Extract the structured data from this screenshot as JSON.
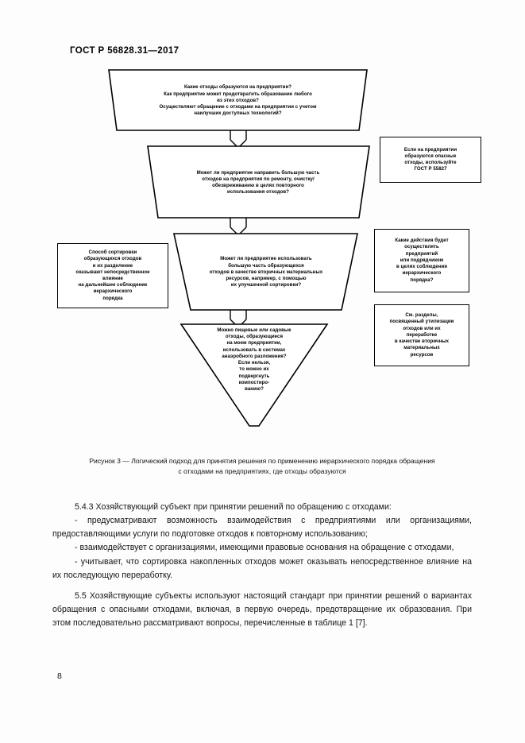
{
  "header": {
    "standard_number": "ГОСТ Р 56828.31—2017"
  },
  "figure": {
    "caption_line1": "Рисунок 3 — Логический подход для принятия решения по применению иерархического порядка обращения",
    "caption_line2": "с отходами на предприятиях, где отходы образуются",
    "funnel_steps": [
      {
        "id": "step-1",
        "lines": [
          "Какие отходы образуются на предприятии?",
          "Как предприятие может предотвратить образование любого",
          "из этих отходов?",
          "Осуществляют обращение с отходами на предприятии с учетом",
          "наилучших доступных технологий?"
        ]
      },
      {
        "id": "step-2",
        "lines": [
          "Может ли предприятие направить большую часть",
          "отходов на предприятия по ремонту, очистку/",
          "обезвреживанию в целях повторного",
          "использования отходов?"
        ]
      },
      {
        "id": "step-3",
        "lines": [
          "Может ли предприятие использовать",
          "большую часть образующихся",
          "отходов в качестве вторичных материальных",
          "ресурсов, например, с помощью",
          "их улучшенной сортировки?"
        ]
      },
      {
        "id": "step-4",
        "lines": [
          "Можно пищевые или садовые",
          "отходы, образующиеся",
          "на моем предприятии,",
          "использовать в системах",
          "анаэробного разложения?",
          "Если нельзя,",
          "то можно их",
          "подвергнуть",
          "компостиро-",
          "ванию?"
        ]
      }
    ],
    "side_notes": [
      {
        "id": "note-hazardous",
        "side": "right",
        "lines": [
          "Если на предприятии",
          "образуются опасные",
          "отходы, используйте",
          "ГОСТ Р 55827"
        ]
      },
      {
        "id": "note-sorting",
        "side": "left",
        "lines": [
          "Способ сортировки",
          "образующихся отходов",
          "и их разделение",
          "оказывают непосредственное",
          "влияние",
          "на дальнейшее соблюдение",
          "иерархического",
          "порядка"
        ]
      },
      {
        "id": "note-actions",
        "side": "right",
        "lines": [
          "Какие действия будет",
          "осуществлять",
          "предприятий",
          "или подрядчиком",
          "в целях соблюдения",
          "иерархического",
          "порядка?"
        ]
      },
      {
        "id": "note-sections",
        "side": "right",
        "lines": [
          "См. разделы,",
          "посвященный утилизации",
          "отходов или их",
          "переработке",
          "в качестве вторичных",
          "материальных",
          "ресурсов"
        ]
      }
    ]
  },
  "body": {
    "clause_543": "5.4.3  Хозяйствующий субъект при принятии решений по обращению с отходами:",
    "bullet_1": "- предусматривают возможность взаимодействия с предприятиями или организациями, предоставляющими услуги по подготовке отходов к повторному использованию;",
    "bullet_2": "- взаимодействует с организациями, имеющими правовые основания на обращение с отходами,",
    "bullet_3": "- учитывает, что сортировка накопленных отходов может оказывать непосредственное влияние на их последующую переработку.",
    "clause_55": "5.5  Хозяйствующие субъекты используют настоящий стандарт при принятии решений о вариантах обращения с опасными отходами, включая, в первую очередь, предотвращение их образования. При этом последовательно рассматривают вопросы, перечисленные в таблице 1 [7]."
  },
  "folio": {
    "page_number": "8"
  }
}
